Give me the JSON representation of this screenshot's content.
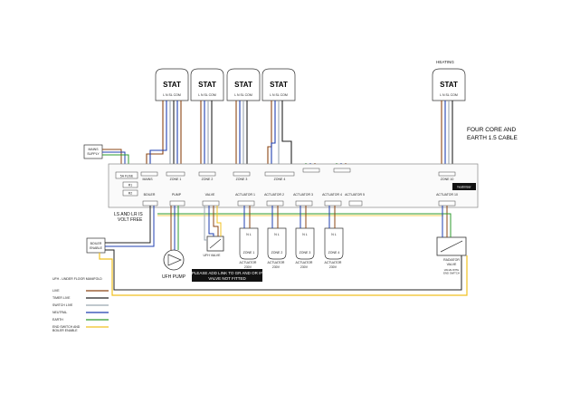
{
  "heating_label": "HEATING",
  "stats": [
    {
      "label": "STAT",
      "terminals": "L  N  SL  COM"
    },
    {
      "label": "STAT",
      "terminals": "L  N  SL  COM"
    },
    {
      "label": "STAT",
      "terminals": "L  N  SL  COM"
    },
    {
      "label": "STAT",
      "terminals": "L  N  SL  COM"
    },
    {
      "label": "STAT",
      "terminals": "L  N  SL  COM"
    }
  ],
  "cable_note_line1": "FOUR CORE AND",
  "cable_note_line2": "EARTH 1.5 CABLE",
  "mains_supply_line1": "MAINS",
  "mains_supply_line2": "SUPPLY",
  "fuse_label": "5A FUSE",
  "r1_label": "R1",
  "r2_label": "R2",
  "volt_free_line1": "LS AND LR IS",
  "volt_free_line2": "VOLT FREE",
  "boiler_enable_line1": "BOILER",
  "boiler_enable_line2": "ENABLE",
  "pump_label": "UFH PUMP",
  "valve_label": "UFH VALVE",
  "link_note_line1": "PLEASE ADD LINK TO GR AND OR IF",
  "link_note_line2": "VALVE NOT FITTED",
  "board_top_labels": {
    "mains": "MAINS",
    "zone1": "ZONE 1",
    "zone2": "ZONE 2",
    "zone3": "ZONE 3",
    "zone4": "ZONE 4",
    "zone10": "ZONE 10"
  },
  "board_bottom_labels": {
    "boiler": "BOILER",
    "pump": "PUMP",
    "valve": "VALVE",
    "act1": "ACTUATOR 1",
    "act2": "ACTUATOR 2",
    "act3": "ACTUATOR 3",
    "act4": "ACTUATOR 4",
    "act5": "ACTUATOR 5",
    "act10": "ACTUATOR 10"
  },
  "heatmiser_badge": "heatmiser",
  "actuators": [
    {
      "name": "ZONE 1",
      "sub1": "ACTUATOR",
      "sub2": "230V"
    },
    {
      "name": "ZONE 2",
      "sub1": "ACTUATOR",
      "sub2": "230V"
    },
    {
      "name": "ZONE 3",
      "sub1": "ACTUATOR",
      "sub2": "230V"
    },
    {
      "name": "ZONE 4",
      "sub1": "ACTUATOR",
      "sub2": "230V"
    }
  ],
  "radiator_valve_line1": "RADIATOR",
  "radiator_valve_line2": "VALVE",
  "radiator_valve_note1": "VALVE WITH",
  "radiator_valve_note2": "END SWITCH",
  "legend": {
    "title": "UFH - UNDER FLOOR MANIFOLD",
    "items": [
      {
        "label": "LIVE",
        "color": "#8b4513"
      },
      {
        "label": "TIMER LIVE",
        "color": "#222222"
      },
      {
        "label": "SWITCH LIVE",
        "color": "#9aa6b0"
      },
      {
        "label": "NEUTRAL",
        "color": "#1f3fb0"
      },
      {
        "label": "EARTH",
        "color": "#2e9b2e"
      },
      {
        "label": "END SWITCH AND BOILER ENABLE",
        "color": "#f0c020"
      }
    ]
  },
  "colors": {
    "live": "#8b4513",
    "timer_live": "#222222",
    "switch_live": "#9aa6b0",
    "neutral": "#1f3fb0",
    "earth": "#2e9b2e",
    "end_switch": "#f0c020",
    "link_note_bg": "#111111"
  }
}
